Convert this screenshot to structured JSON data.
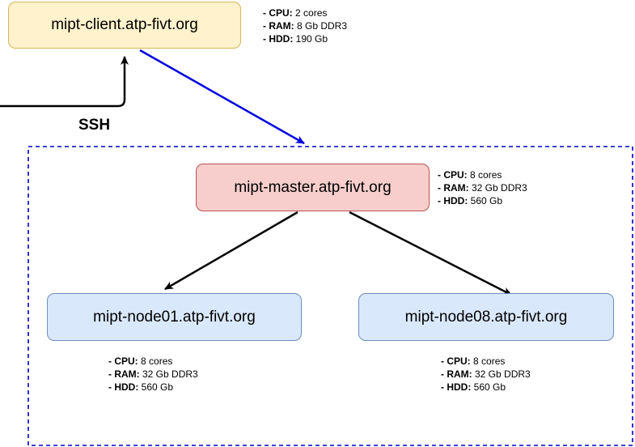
{
  "colors": {
    "client_fill": "#fff2cc",
    "client_border": "#d6b656",
    "master_fill": "#f8cecc",
    "master_border": "#b85450",
    "node_fill": "#dae8fc",
    "node_border": "#6c8ebf",
    "cluster_border": "#0000cc",
    "client_arrow": "#0000dd",
    "edge": "#000000"
  },
  "nodes": {
    "client": {
      "label": "mipt-client.atp-fivt.org"
    },
    "master": {
      "label": "mipt-master.atp-fivt.org"
    },
    "node01": {
      "label": "mipt-node01.atp-fivt.org"
    },
    "node08": {
      "label": "mipt-node08.atp-fivt.org"
    }
  },
  "specs": {
    "client": {
      "cpu_key": "- CPU:",
      "cpu": "2 cores",
      "ram_key": "- RAM:",
      "ram": "8 Gb DDR3",
      "hdd_key": "- HDD:",
      "hdd": "190 Gb"
    },
    "master": {
      "cpu_key": "- CPU:",
      "cpu": "8 cores",
      "ram_key": "- RAM:",
      "ram": "32 Gb DDR3",
      "hdd_key": "- HDD:",
      "hdd": "560 Gb"
    },
    "node01": {
      "cpu_key": "- CPU:",
      "cpu": "8 cores",
      "ram_key": "- RAM:",
      "ram": "32 Gb DDR3",
      "hdd_key": "- HDD:",
      "hdd": "560 Gb"
    },
    "node08": {
      "cpu_key": "- CPU:",
      "cpu": "8 cores",
      "ram_key": "- RAM:",
      "ram": "32 Gb DDR3",
      "hdd_key": "- HDD:",
      "hdd": "560 Gb"
    }
  },
  "ssh_label": "SSH"
}
